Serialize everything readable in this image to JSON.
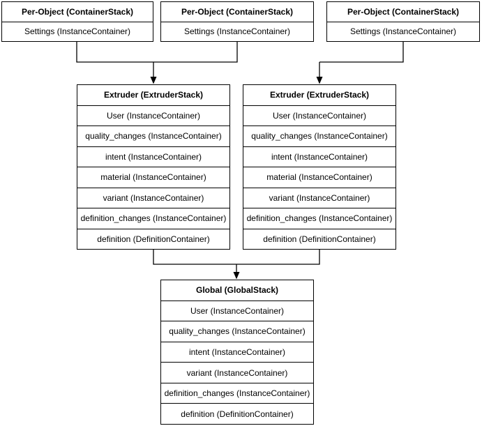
{
  "per_object": {
    "title": "Per-Object (ContainerStack)",
    "rows": [
      "Settings (InstanceContainer)"
    ]
  },
  "extruder": {
    "title": "Extruder (ExtruderStack)",
    "rows": [
      "User (InstanceContainer)",
      "quality_changes (InstanceContainer)",
      "intent (InstanceContainer)",
      "material (InstanceContainer)",
      "variant (InstanceContainer)",
      "definition_changes (InstanceContainer)",
      "definition (DefinitionContainer)"
    ]
  },
  "global": {
    "title": "Global (GlobalStack)",
    "rows": [
      "User (InstanceContainer)",
      "quality_changes (InstanceContainer)",
      "intent (InstanceContainer)",
      "variant (InstanceContainer)",
      "definition_changes (InstanceContainer)",
      "definition (DefinitionContainer)"
    ]
  },
  "colors": {
    "line": "#000000",
    "text": "#000000",
    "box_fill": "#ffffff",
    "background": "#ffffff"
  }
}
